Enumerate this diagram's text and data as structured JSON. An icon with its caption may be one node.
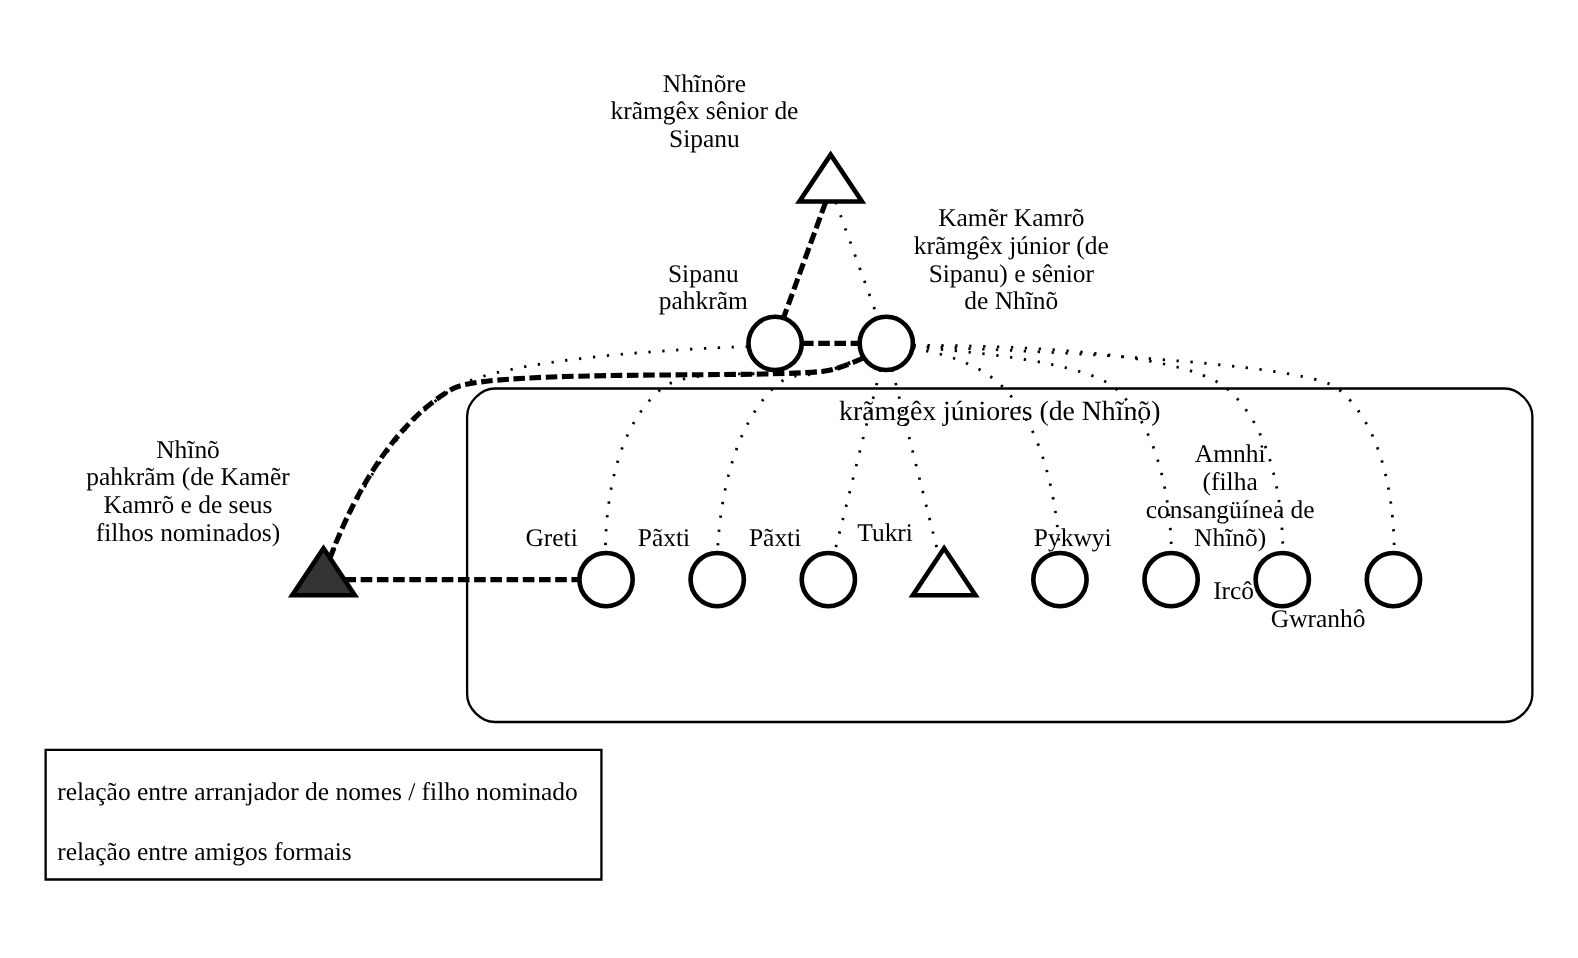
{
  "diagram": {
    "nodes": [
      {
        "text": [
          "Nhĩnõre",
          "krãmgêx sênior de Sipanu"
        ]
      },
      {
        "text": [
          "Sipanu",
          "pahkrãm"
        ]
      },
      {
        "text": [
          "Kamẽr Kamrõ",
          "krãmgêx júnior (de Sipanu) e sênior de Nhĩnõ"
        ]
      },
      {
        "text": [
          "Nhĩnõ",
          "pahkrãm (de Kamẽr Kamrõ e de seus filhos nominados)"
        ]
      },
      {
        "text": [
          "krãmgêx júniores (de Nhĩnõ)"
        ]
      },
      {
        "text": [
          "Greti"
        ],
        "in": 4
      },
      {
        "text": [
          "Pãxti"
        ],
        "in": 4
      },
      {
        "text": [
          "Pãxti"
        ],
        "in": 4
      },
      {
        "text": [
          "Tukri"
        ],
        "in": 4
      },
      {
        "text": [
          "Pykwyi"
        ],
        "in": 4
      },
      {
        "text": [
          "Amnhi",
          "(filha consangüínea de Nhĩnõ)"
        ],
        "in": 4
      },
      {
        "text": [
          "Ircô"
        ],
        "in": 4
      },
      {
        "text": [
          "Gwranhô"
        ],
        "in": 4
      }
    ],
    "edges": [
      {
        "from": 0,
        "to": 1,
        "arrow": "none",
        "style": "dashed"
      },
      {
        "from": 1,
        "to": 2,
        "arrow": "none",
        "style": "dashed"
      },
      {
        "from": 2,
        "to": 3,
        "arrow": "none",
        "style": "dashed"
      },
      {
        "from": 3,
        "to": 5,
        "arrow": "none",
        "style": "dashed"
      },
      {
        "from": 0,
        "to": 2,
        "arrow": "none"
      },
      {
        "from": 1,
        "to": 3,
        "arrow": "none"
      },
      {
        "from": 2,
        "to": 5,
        "arrow": "none"
      },
      {
        "from": 2,
        "to": 6,
        "arrow": "none"
      },
      {
        "from": 2,
        "to": 7,
        "arrow": "none"
      },
      {
        "from": 2,
        "to": 8,
        "arrow": "none"
      },
      {
        "from": 2,
        "to": 9,
        "arrow": "none"
      },
      {
        "from": 2,
        "to": 10,
        "arrow": "none"
      },
      {
        "from": 2,
        "to": 11,
        "arrow": "none"
      },
      {
        "from": 2,
        "to": 12,
        "arrow": "none"
      }
    ],
    "legend": [
      {
        "text": "relação entre arranjador de nomes / filho nominado"
      },
      {
        "text": "relação entre amigos formais"
      }
    ]
  }
}
